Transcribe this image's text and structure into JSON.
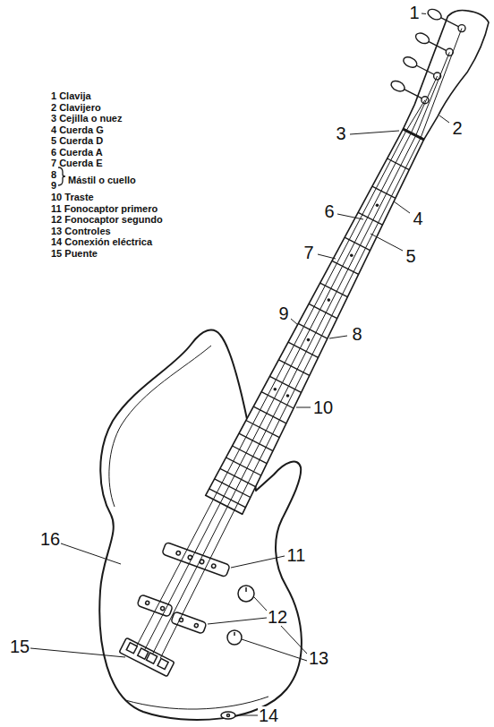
{
  "diagram": {
    "labels": [
      "1 Clavija",
      "2 Clavijero",
      "3 Cejilla o nuez",
      "4 Cuerda G",
      "5 Cuerda D",
      "6 Cuerda A",
      "7 Cuerda E",
      "8",
      "9",
      "Mástil o cuello",
      "10 Traste",
      "11 Fonocaptor primero",
      "12 Fonocaptor segundo",
      "13 Controles",
      "14 Conexión eléctrica",
      "15 Puente",
      "1",
      "2",
      "3",
      "4",
      "5",
      "6",
      "7",
      "9",
      "8",
      "10",
      "11",
      "12",
      "13",
      "14",
      "15",
      "16"
    ]
  }
}
